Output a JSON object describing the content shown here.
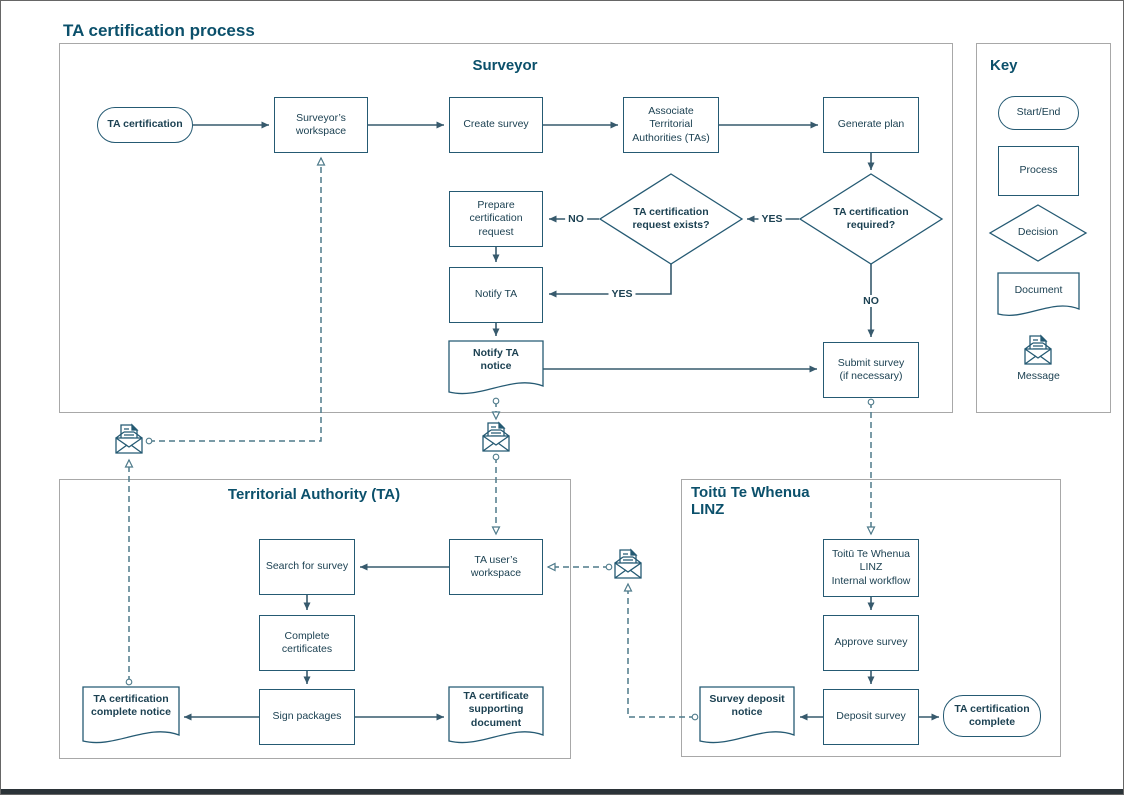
{
  "title": "TA certification process",
  "lanes": {
    "surveyor": {
      "title": "Surveyor"
    },
    "key": {
      "title": "Key"
    },
    "ta": {
      "title": "Territorial Authority (TA)"
    },
    "linz": {
      "title": "Toitū Te Whenua\nLINZ"
    }
  },
  "nodes": {
    "ta_certification": {
      "label": "TA certification",
      "type": "start"
    },
    "surveyors_workspace": {
      "label": "Surveyor’s\nworkspace",
      "type": "process"
    },
    "create_survey": {
      "label": "Create survey",
      "type": "process"
    },
    "associate_tas": {
      "label": "Associate\nTerritorial\nAuthorities (TAs)",
      "type": "process"
    },
    "generate_plan": {
      "label": "Generate plan",
      "type": "process"
    },
    "ta_cert_required": {
      "label": "TA certification\nrequired?",
      "type": "decision"
    },
    "ta_cert_request_exists": {
      "label": "TA certification\nrequest exists?",
      "type": "decision"
    },
    "prepare_cert_request": {
      "label": "Prepare\ncertification\nrequest",
      "type": "process"
    },
    "notify_ta": {
      "label": "Notify TA",
      "type": "process"
    },
    "notify_ta_notice": {
      "label": "Notify TA\nnotice",
      "type": "document"
    },
    "submit_survey": {
      "label": "Submit survey\n(if necessary)",
      "type": "process"
    },
    "ta_users_workspace": {
      "label": "TA user’s\nworkspace",
      "type": "process"
    },
    "search_for_survey": {
      "label": "Search for survey",
      "type": "process"
    },
    "complete_certificates": {
      "label": "Complete\ncertificates",
      "type": "process"
    },
    "sign_packages": {
      "label": "Sign packages",
      "type": "process"
    },
    "ta_cert_complete_notice": {
      "label": "TA certification\ncomplete notice",
      "type": "document"
    },
    "ta_cert_supporting_doc": {
      "label": "TA certificate\nsupporting\ndocument",
      "type": "document"
    },
    "linz_internal_workflow": {
      "label": "Toitū Te Whenua\nLINZ\nInternal workflow",
      "type": "process"
    },
    "approve_survey": {
      "label": "Approve survey",
      "type": "process"
    },
    "deposit_survey": {
      "label": "Deposit survey",
      "type": "process"
    },
    "survey_deposit_notice": {
      "label": "Survey deposit\nnotice",
      "type": "document"
    },
    "ta_cert_complete": {
      "label": "TA certification\ncomplete",
      "type": "end"
    }
  },
  "edge_labels": {
    "required_yes": "YES",
    "required_no": "NO",
    "exists_no": "NO",
    "exists_yes": "YES"
  },
  "key_items": {
    "start_end": "Start/End",
    "process": "Process",
    "decision": "Decision",
    "document": "Document",
    "message": "Message"
  },
  "icons": {
    "message": "message-envelope-icon"
  },
  "colors": {
    "heading": "#0b506b",
    "shape_stroke": "#255a73",
    "text": "#1c4152",
    "solid_connector": "#375a6d",
    "dashed_connector": "#4e7a8a",
    "lane_border": "#a8a8a8"
  }
}
